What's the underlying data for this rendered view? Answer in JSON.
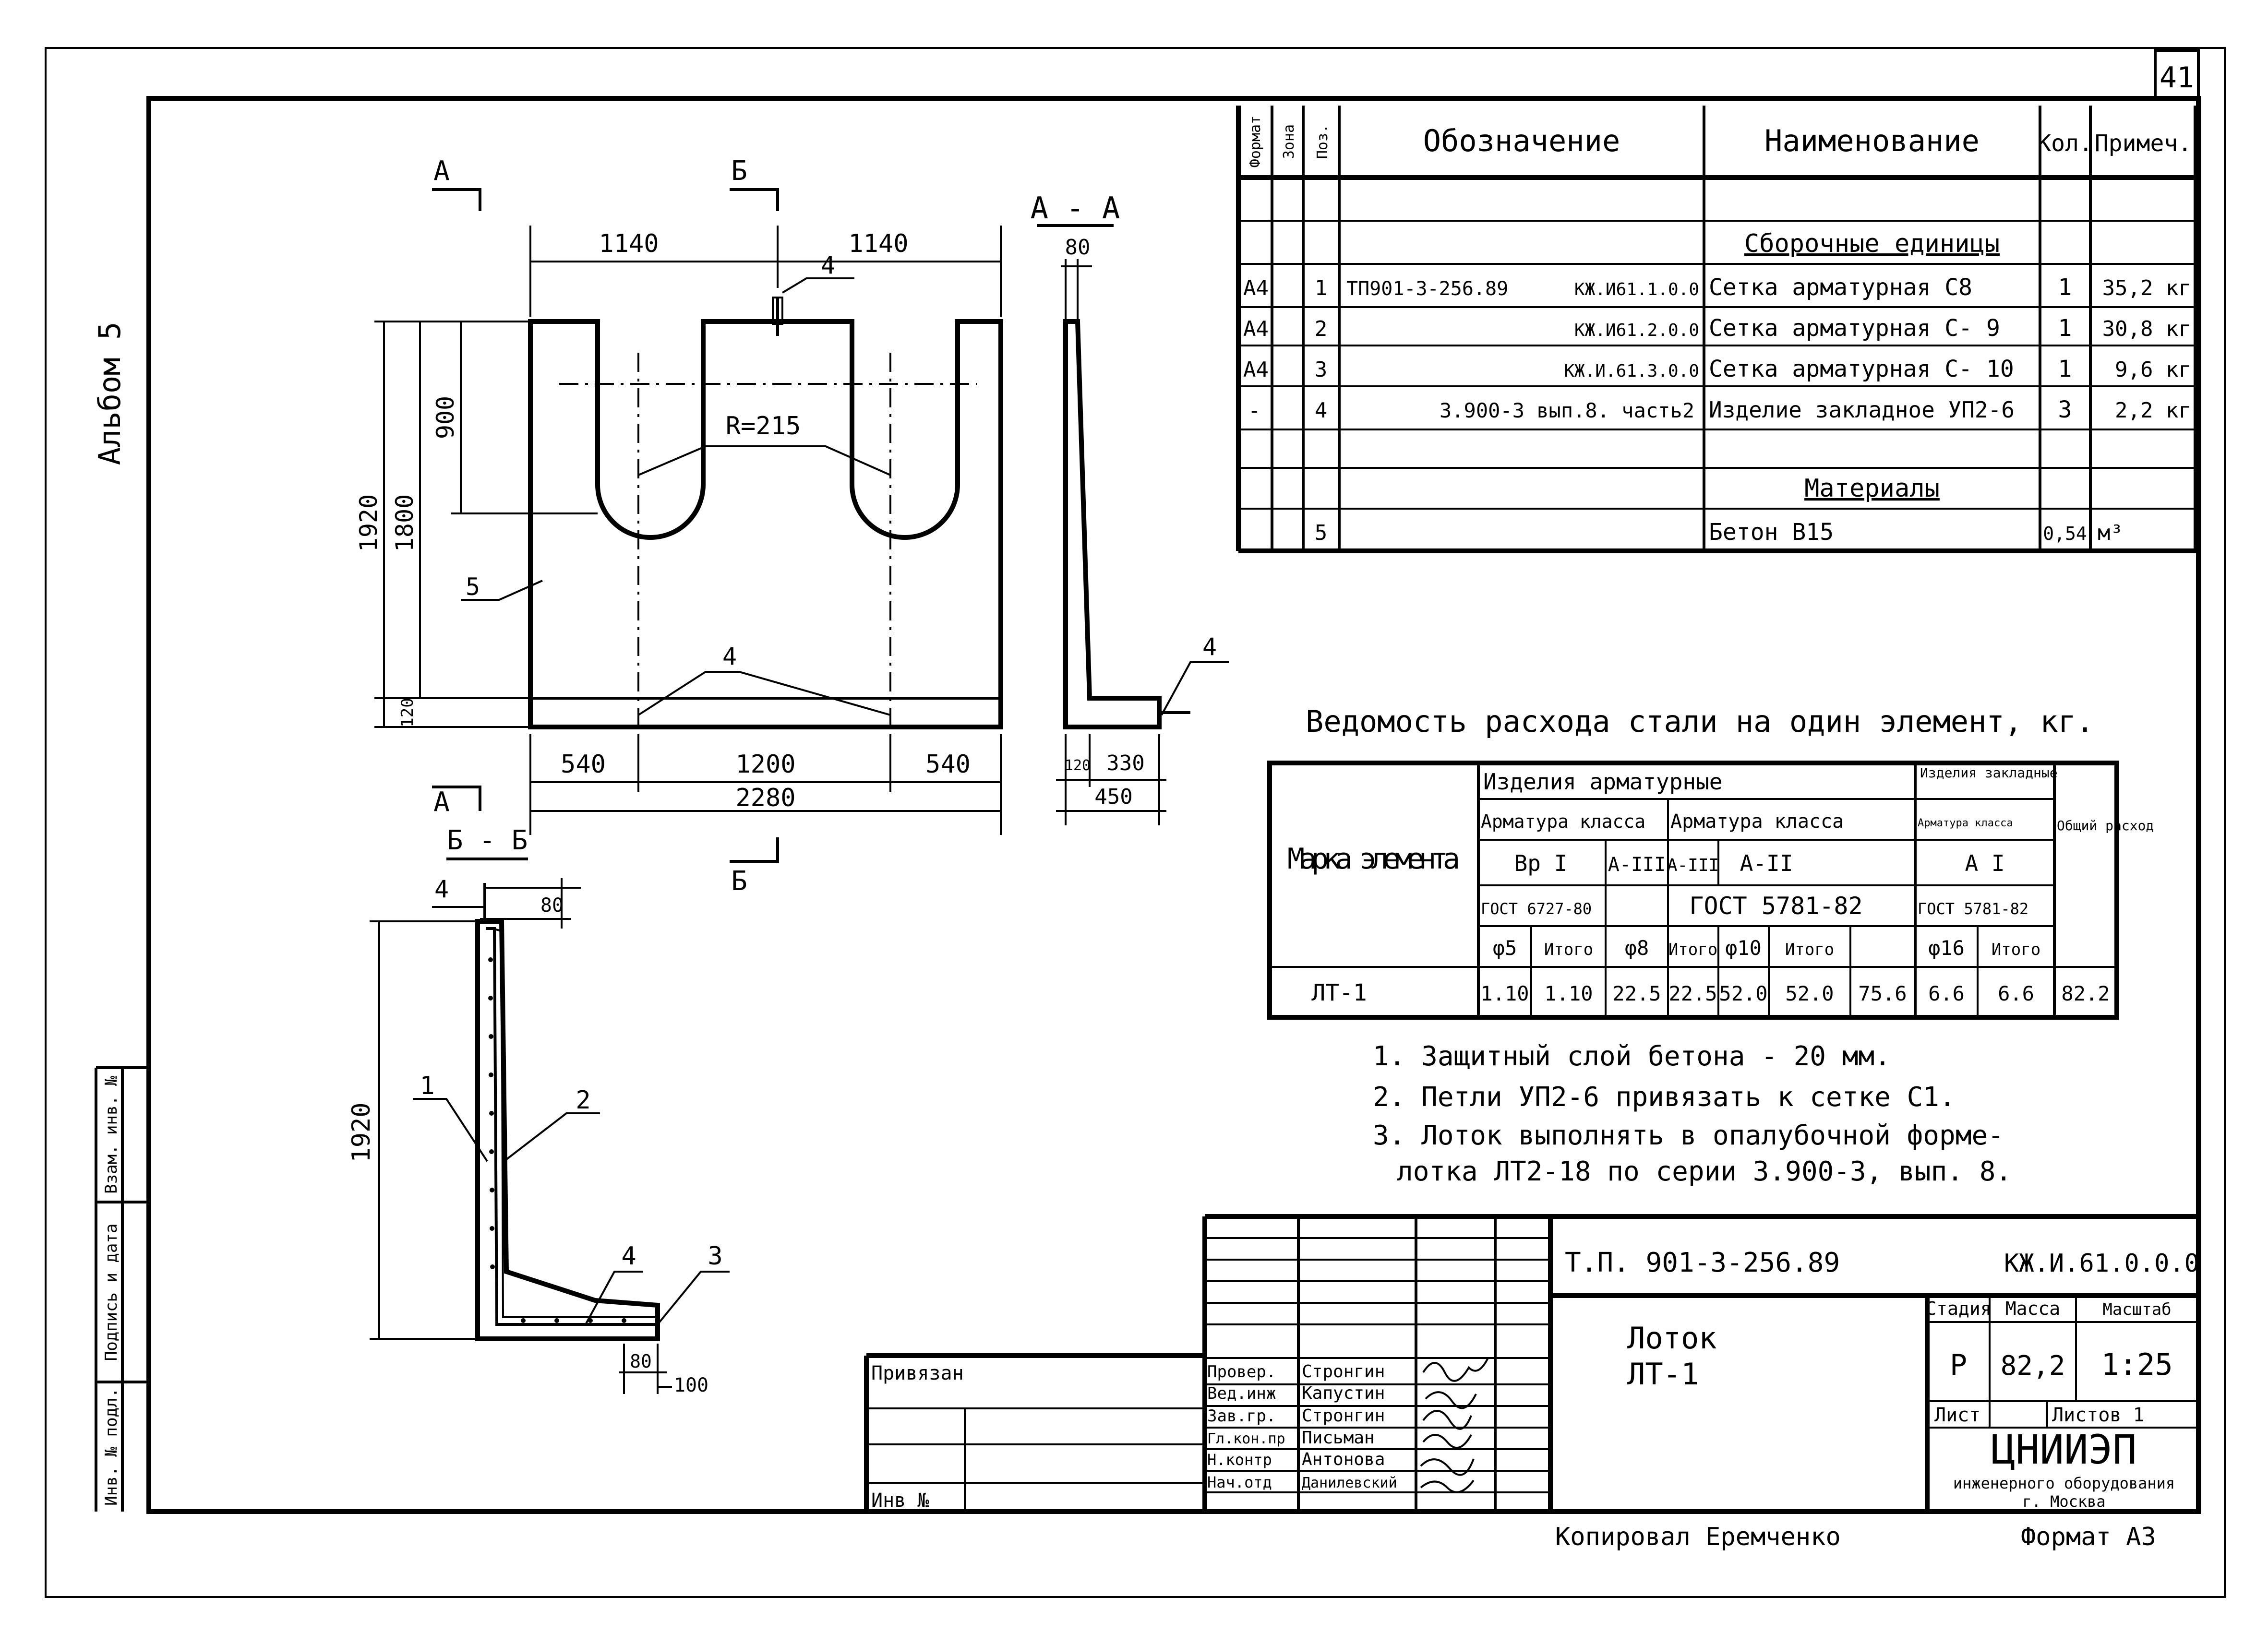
{
  "album": "Альбом 5",
  "page_number": "41",
  "copied_by": "Копировал Еремченко",
  "format": "Формат А3",
  "spec": {
    "headers": {
      "format": "Формат",
      "zone": "Зона",
      "pos": "Поз.",
      "designation": "Обозначение",
      "name": "Наименование",
      "qty": "Кол.",
      "note": "Примеч."
    },
    "section_assemblies": "Сборочные единицы",
    "section_materials": "Материалы",
    "rows": [
      {
        "format": "А4",
        "pos": "1",
        "designation_a": "ТП901-3-256.89",
        "designation_b": "КЖ.И61.1.0.0",
        "name": "Сетка арматурная С8",
        "qty": "1",
        "note": "35,2 кг"
      },
      {
        "format": "А4",
        "pos": "2",
        "designation_a": "",
        "designation_b": "КЖ.И61.2.0.0",
        "name": "Сетка арматурная С- 9",
        "qty": "1",
        "note": "30,8 кг"
      },
      {
        "format": "А4",
        "pos": "3",
        "designation_a": "",
        "designation_b": "КЖ.И.61.3.0.0",
        "name": "Сетка арматурная С- 10",
        "qty": "1",
        "note": "9,6 кг"
      },
      {
        "format": "-",
        "pos": "4",
        "designation_a": "3.900-3 вып.8. часть2",
        "designation_b": "",
        "name": "Изделие закладное УП2-6",
        "qty": "3",
        "note": "2,2 кг"
      }
    ],
    "material_row": {
      "pos": "5",
      "name": "Бетон В15",
      "qty": "0,54",
      "note": "м³"
    }
  },
  "steel": {
    "title": "Ведомость расхода стали на один элемент, кг.",
    "h_mark": "Марка элемента",
    "h_rebar_products": "Изделия арматурные",
    "h_embedded": "Изделия закладные",
    "h_total": "Общий расход",
    "h_rebar_class": "Арматура класса",
    "h_rebar_class2": "Арматура класса",
    "h_rebar_class3": "Арматура класса",
    "h_vr1": "Вр I",
    "h_a3": "А-III",
    "h_a3b": "А-III",
    "h_a2": "А-II",
    "h_a1": "А I",
    "h_gost1": "ГОСТ 6727-80",
    "h_gost2": "ГОСТ 5781-82",
    "h_gost3": "ГОСТ 5781-82",
    "h_phi5": "φ5",
    "h_itogo1": "Итого",
    "h_phi8": "φ8",
    "h_itogo2": "Итого",
    "h_phi10": "φ10",
    "h_itogo3": "Итого",
    "h_phi16": "φ16",
    "h_itogo4": "Итого",
    "row": {
      "mark": "ЛТ-1",
      "v1": "1.10",
      "v2": "1.10",
      "v3": "22.5",
      "v4": "22.5",
      "v5": "52.0",
      "v6": "52.0",
      "v7": "75.6",
      "v8": "6.6",
      "v9": "6.6",
      "v10": "82.2"
    }
  },
  "notes": [
    "1. Защитный слой бетона - 20 мм.",
    "2. Петли УП2-6 привязать к сетке С1.",
    "3. Лоток выполнять в опалубочной форме-",
    "лотка ЛТ2-18 по серии 3.900-3, вып. 8."
  ],
  "title_block": {
    "project": "Т.П. 901-3-256.89",
    "code": "КЖ.И.61.0.0.0",
    "name1": "Лоток",
    "name2": "ЛТ-1",
    "stage_h": "Стадия",
    "mass_h": "Масса",
    "scale_h": "Масштаб",
    "stage": "Р",
    "mass": "82,2",
    "scale": "1:25",
    "sheet_h": "Лист",
    "sheets_h": "Листов 1",
    "org1": "ЦНИИЭП",
    "org2": "инженерного оборудования",
    "org3": "г. Москва",
    "privyazan": "Привязан",
    "inv": "Инв №",
    "staff": [
      {
        "role": "Провер.",
        "name": "Стронгин"
      },
      {
        "role": "Вед.инж",
        "name": "Капустин"
      },
      {
        "role": "Зав.гр.",
        "name": "Стронгин"
      },
      {
        "role": "Гл.кон.пр",
        "name": "Письман"
      },
      {
        "role": "Н.контр",
        "name": "Антонова"
      },
      {
        "role": "Нач.отд",
        "name": "Данилевский"
      }
    ]
  },
  "side_stamps": [
    "Инв. № подл.",
    "Подпись и дата",
    "Взам. инв. №"
  ],
  "drawing": {
    "section_a": "А",
    "section_b": "Б",
    "view_aa": "А - А",
    "view_bb": "Б - Б",
    "dims": {
      "w1140a": "1140",
      "w1140b": "1140",
      "h1920": "1920",
      "h1800": "1800",
      "h900": "900",
      "h120": "120",
      "radius": "R=215",
      "w540a": "540",
      "w1200": "1200",
      "w540b": "540",
      "w2280": "2280",
      "aa80": "80",
      "aa120": "120",
      "aa330": "330",
      "aa450": "450",
      "bb80": "80",
      "bb1920": "1920",
      "bb80b": "80",
      "bb100": "100"
    },
    "labels": {
      "p4a": "4",
      "p4b": "4",
      "p5": "5",
      "p4c": "4",
      "p1": "1",
      "p2": "2",
      "p4d": "4",
      "p3": "3",
      "p4e": "4"
    }
  }
}
